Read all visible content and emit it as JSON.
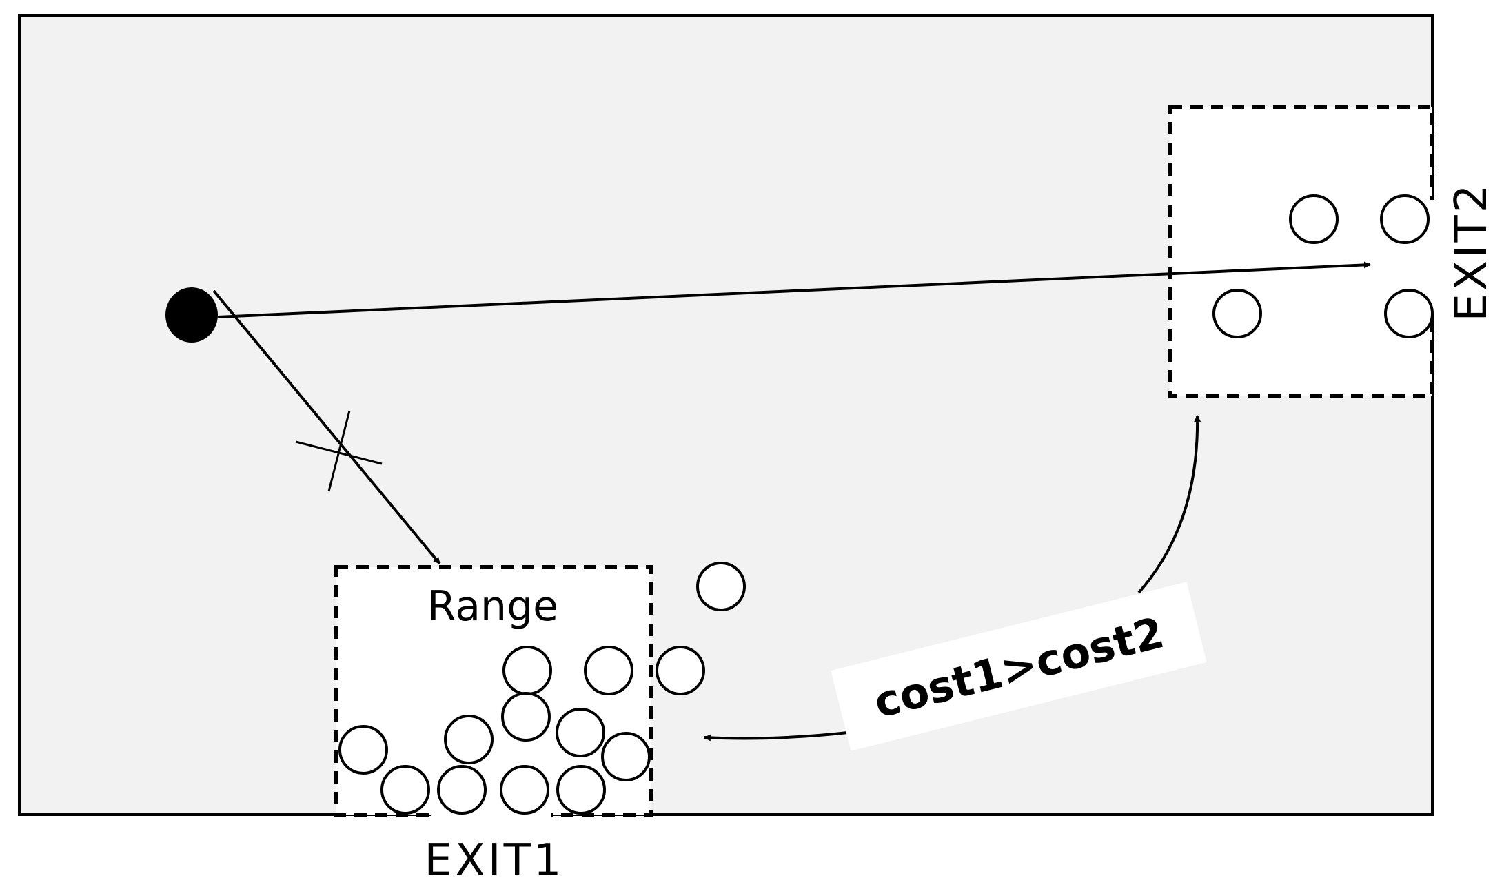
{
  "diagram": {
    "range_label": "Range",
    "exit1_label": "EXIT1",
    "exit2_label": "EXIT2",
    "cost_label": "cost1>cost2"
  },
  "colors": {
    "room_fill": "#f2f2f2",
    "zone_fill": "#ffffff",
    "stroke": "#000000"
  }
}
